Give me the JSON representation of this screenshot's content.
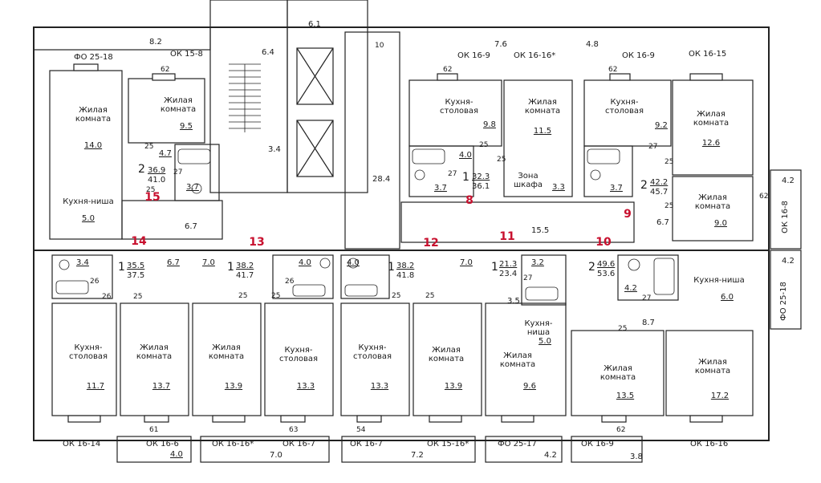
{
  "rooms": {
    "r1": {
      "line1": "Жилая",
      "line2": "комната",
      "area": "14.0"
    },
    "r2": {
      "line1": "Жилая",
      "line2": "комната",
      "area": "9.5"
    },
    "r3": {
      "line1": "Кухня-",
      "line2": "столовая",
      "area": "9.8"
    },
    "r4": {
      "line1": "Жилая",
      "line2": "комната",
      "area": "11.5"
    },
    "r5": {
      "line1": "Кухня-",
      "line2": "столовая",
      "area": "9.2"
    },
    "r6": {
      "line1": "Жилая",
      "line2": "комната",
      "area": "12.6"
    },
    "r7": {
      "line1": "Жилая",
      "line2": "комната",
      "area": "9.0"
    },
    "r8": {
      "line1": "Кухня-ниша",
      "area": "5.0"
    },
    "r9": {
      "line1": "Зона",
      "line2": "шкафа",
      "area": "3.3"
    },
    "r10": {
      "line1": "Кухня-ниша",
      "area": "6.0"
    },
    "r11": {
      "line1": "Кухня-",
      "line2": "ниша",
      "area": "5.0"
    },
    "b1": {
      "line1": "Кухня-",
      "line2": "столовая",
      "area": "11.7"
    },
    "b2": {
      "line1": "Жилая",
      "line2": "комната",
      "area": "13.7"
    },
    "b3": {
      "line1": "Жилая",
      "line2": "комната",
      "area": "13.9"
    },
    "b4": {
      "line1": "Кухня-",
      "line2": "столовая",
      "area": "13.3"
    },
    "b5": {
      "line1": "Кухня-",
      "line2": "столовая",
      "area": "13.3"
    },
    "b6": {
      "line1": "Жилая",
      "line2": "комната",
      "area": "13.9"
    },
    "b7": {
      "line1": "Жилая",
      "line2": "комната",
      "area": "9.6"
    },
    "b8": {
      "line1": "Жилая",
      "line2": "комната",
      "area": "13.5"
    },
    "b9": {
      "line1": "Жилая",
      "line2": "комната",
      "area": "17.2"
    }
  },
  "apartments": {
    "a15": {
      "rooms": "2",
      "area1": "36.9",
      "area2": "41.0",
      "number": "15"
    },
    "a8": {
      "rooms": "1",
      "area1": "32.3",
      "area2": "36.1",
      "number": "8"
    },
    "a9": {
      "rooms": "2",
      "area1": "42.2",
      "area2": "45.7",
      "number": "9"
    },
    "a14": {
      "rooms": "1",
      "area1": "35.5",
      "area2": "37.5",
      "number": "14"
    },
    "a13": {
      "rooms": "1",
      "area1": "38.2",
      "area2": "41.7",
      "number": "13"
    },
    "a12": {
      "rooms": "1",
      "area1": "38.2",
      "area2": "41.8",
      "number": "12"
    },
    "a11": {
      "rooms": "1",
      "area1": "21.3",
      "area2": "23.4",
      "number": "11"
    },
    "a10": {
      "rooms": "2",
      "area1": "49.6",
      "area2": "53.6",
      "number": "10"
    }
  },
  "windows": {
    "w1": "ФО 25-18",
    "w2": "ОК 15-8",
    "w3": "ОК 16-9",
    "w4": "ОК 16-16*",
    "w5": "ОК 16-9",
    "w6": "ОК 16-15",
    "w7": "ОК 16-8",
    "w8": "ФО 25-18",
    "w9": "ОК 16-14",
    "w10": "ОК 16-6",
    "w11": "ОК 16-16*",
    "w12": "ОК 16-7",
    "w13": "ОК 16-7",
    "w14": "ОК 15-16*",
    "w15": "ФО 25-17",
    "w16": "ОК 16-9",
    "w17": "ОК 16-16"
  },
  "areas": {
    "balc_top1": "8.2",
    "stair": "6.4",
    "hall_top": "6.1",
    "stair2": "3.4",
    "corridor": "28.4",
    "balc_top2": "7.6",
    "balc_top3": "4.8",
    "hall15": "6.7",
    "hall8": "15.5",
    "hall9": "6.7",
    "bath15a": "4.7",
    "bath15b": "3.7",
    "bath8a": "4.0",
    "bath8b": "3.7",
    "bath9": "3.7",
    "bath14a": "3.4",
    "hall14": "6.7",
    "hall13": "7.0",
    "bath13": "4.0",
    "bath12": "4.0",
    "hall12": "7.0",
    "bath11": "3.2",
    "hall11": "3.5",
    "bath10": "4.2",
    "hall10": "8.7",
    "balc_b1": "4.0",
    "balc_b2": "7.0",
    "balc_b3": "7.2",
    "balc_b4": "4.2",
    "balc_b5": "3.8",
    "side1": "4.2",
    "side2": "4.2"
  },
  "tags": {
    "d25": "25",
    "d27": "27",
    "d26": "26",
    "d62": "62",
    "d61": "61",
    "d63": "63",
    "d54": "54",
    "d10": "10"
  }
}
